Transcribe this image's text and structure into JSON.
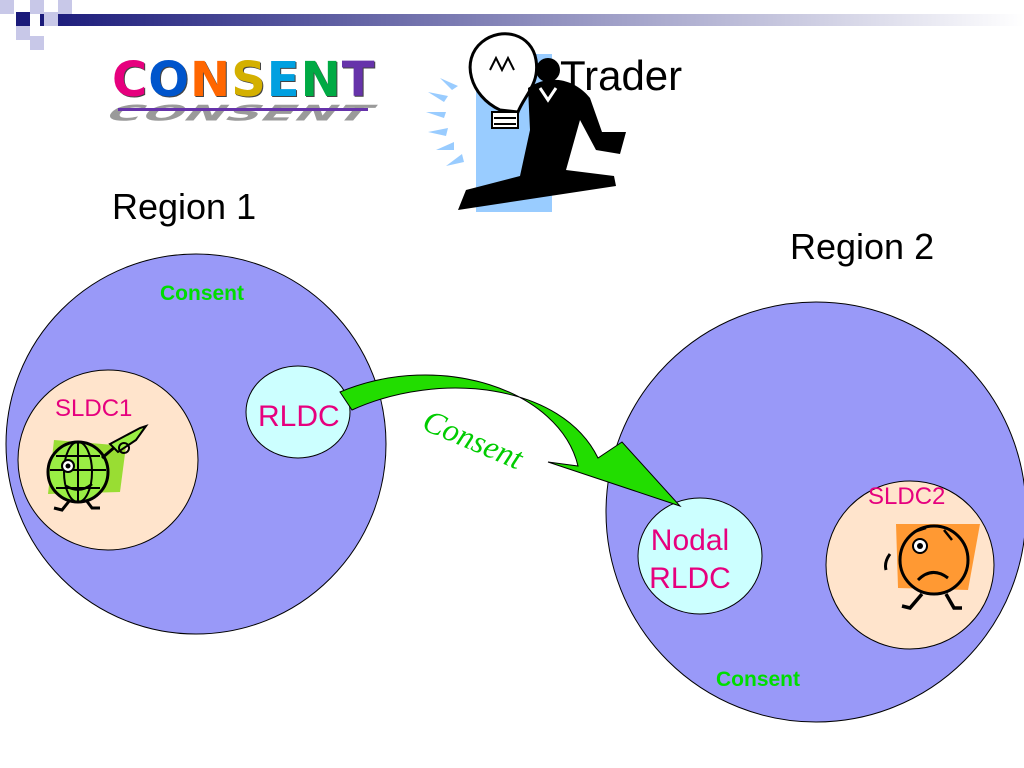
{
  "slide": {
    "title": "CONSENT",
    "title_letter_colors": [
      "#e6007e",
      "#0055cc",
      "#ff6600",
      "#d4b000",
      "#00a0e0",
      "#00aa44",
      "#6633aa"
    ],
    "trader_label": "Trader",
    "region1_label": "Region 1",
    "region2_label": "Region 2"
  },
  "region1": {
    "consent_label": "Consent",
    "sldc_label": "SLDC1",
    "rldc_label": "RLDC",
    "sldc_icon": "happy-globe-icon"
  },
  "region2": {
    "consent_label": "Consent",
    "sldc_label": "SLDC2",
    "nodal_rldc_label_line1": "Nodal",
    "nodal_rldc_label_line2": "RLDC",
    "sldc_icon": "worried-face-icon"
  },
  "arrow": {
    "label": "Consent",
    "color": "#22dd00"
  },
  "colors": {
    "region_fill": "#9999f8",
    "sldc_fill": "#ffe4cc",
    "rldc_fill": "#ccffff",
    "label_pink": "#e6007e",
    "consent_green": "#00dd00"
  },
  "icons": {
    "corner": "corner-squares-icon",
    "trader": "businessman-lightbulb-icon"
  }
}
